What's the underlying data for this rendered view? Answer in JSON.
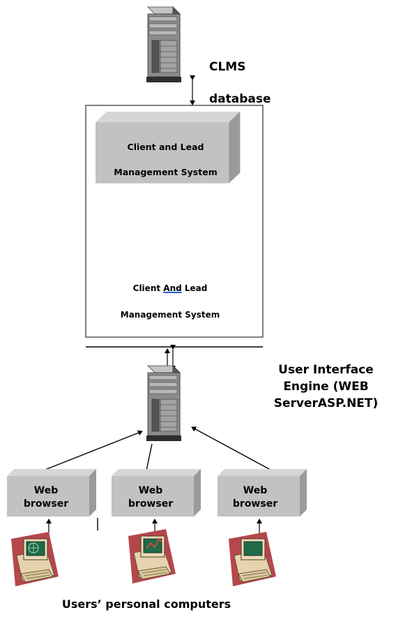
{
  "database": {
    "label_line1": "CLMS",
    "label_line2": "database",
    "icon": "server-tower-icon"
  },
  "system_box": {
    "block_label_line1": "Client and Lead",
    "block_label_line2": "Management System",
    "inner_label_pre": "Client ",
    "inner_label_und": "And",
    "inner_label_post": " Lead",
    "inner_label_line2": "Management System"
  },
  "ui_engine": {
    "label": "User Interface\nEngine (WEB\nServerASP.NET)",
    "icon": "server-tower-icon"
  },
  "browsers": [
    {
      "label": "Web\nbrowser",
      "pc_icon": "computer-globe-icon"
    },
    {
      "label": "Web\nbrowser",
      "pc_icon": "computer-chart-icon"
    },
    {
      "label": "Web\nbrowser",
      "pc_icon": "computer-monitor-icon"
    }
  ],
  "footer": {
    "label": "Users’ personal computers"
  },
  "colors": {
    "box_face": "#c0c0c0",
    "box_top": "#d8d8d8",
    "box_side": "#9c9c9c",
    "server_body": "#8a8a8a",
    "pc_backdrop": "#b7474e"
  }
}
